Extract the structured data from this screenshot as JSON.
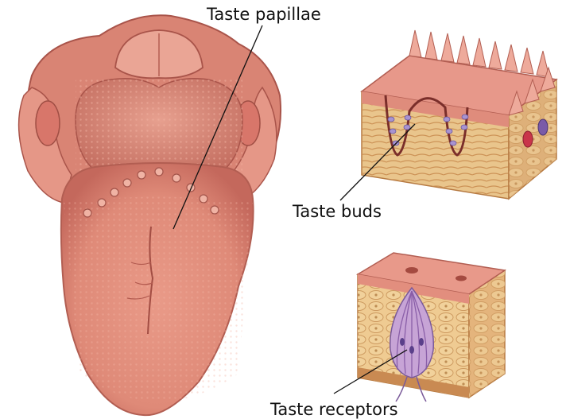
{
  "labels": {
    "taste_papillae": "Taste papillae",
    "taste_buds": "Taste buds",
    "taste_receptors": "Taste receptors"
  },
  "colors": {
    "tongue": "#e58f7e",
    "tongue_dark": "#c96a5e",
    "tissue_tan": "#e8c48a",
    "tissue_pink": "#e79b8a",
    "bud_purple": "#9a87c6",
    "leader_line": "#111111"
  }
}
